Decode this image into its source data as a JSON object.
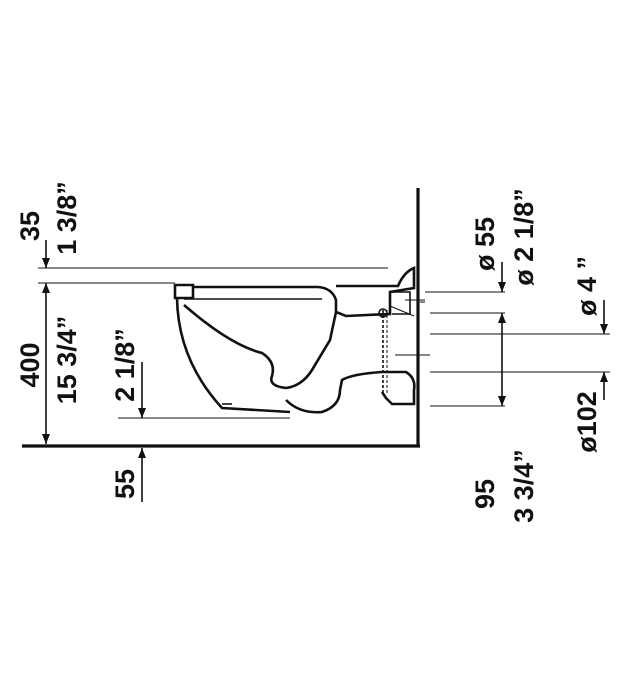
{
  "drawing": {
    "type": "toilet-dimension-drawing",
    "line_color": "#111111",
    "background": "#ffffff"
  },
  "dimensions": {
    "top_gap_mm": "35",
    "top_gap_in": "1 3/8”",
    "height_mm": "400",
    "height_in": "15 3/4”",
    "seat_in": "2 1/8”",
    "floor_gap_mm": "55",
    "inlet_mm": "ø 55",
    "inlet_in": "ø 2 1/8”",
    "outlet_in": "ø 4 ”",
    "outlet_mm": "ø102",
    "outlet_height_mm": "95",
    "outlet_height_in": "3 3/4”"
  }
}
